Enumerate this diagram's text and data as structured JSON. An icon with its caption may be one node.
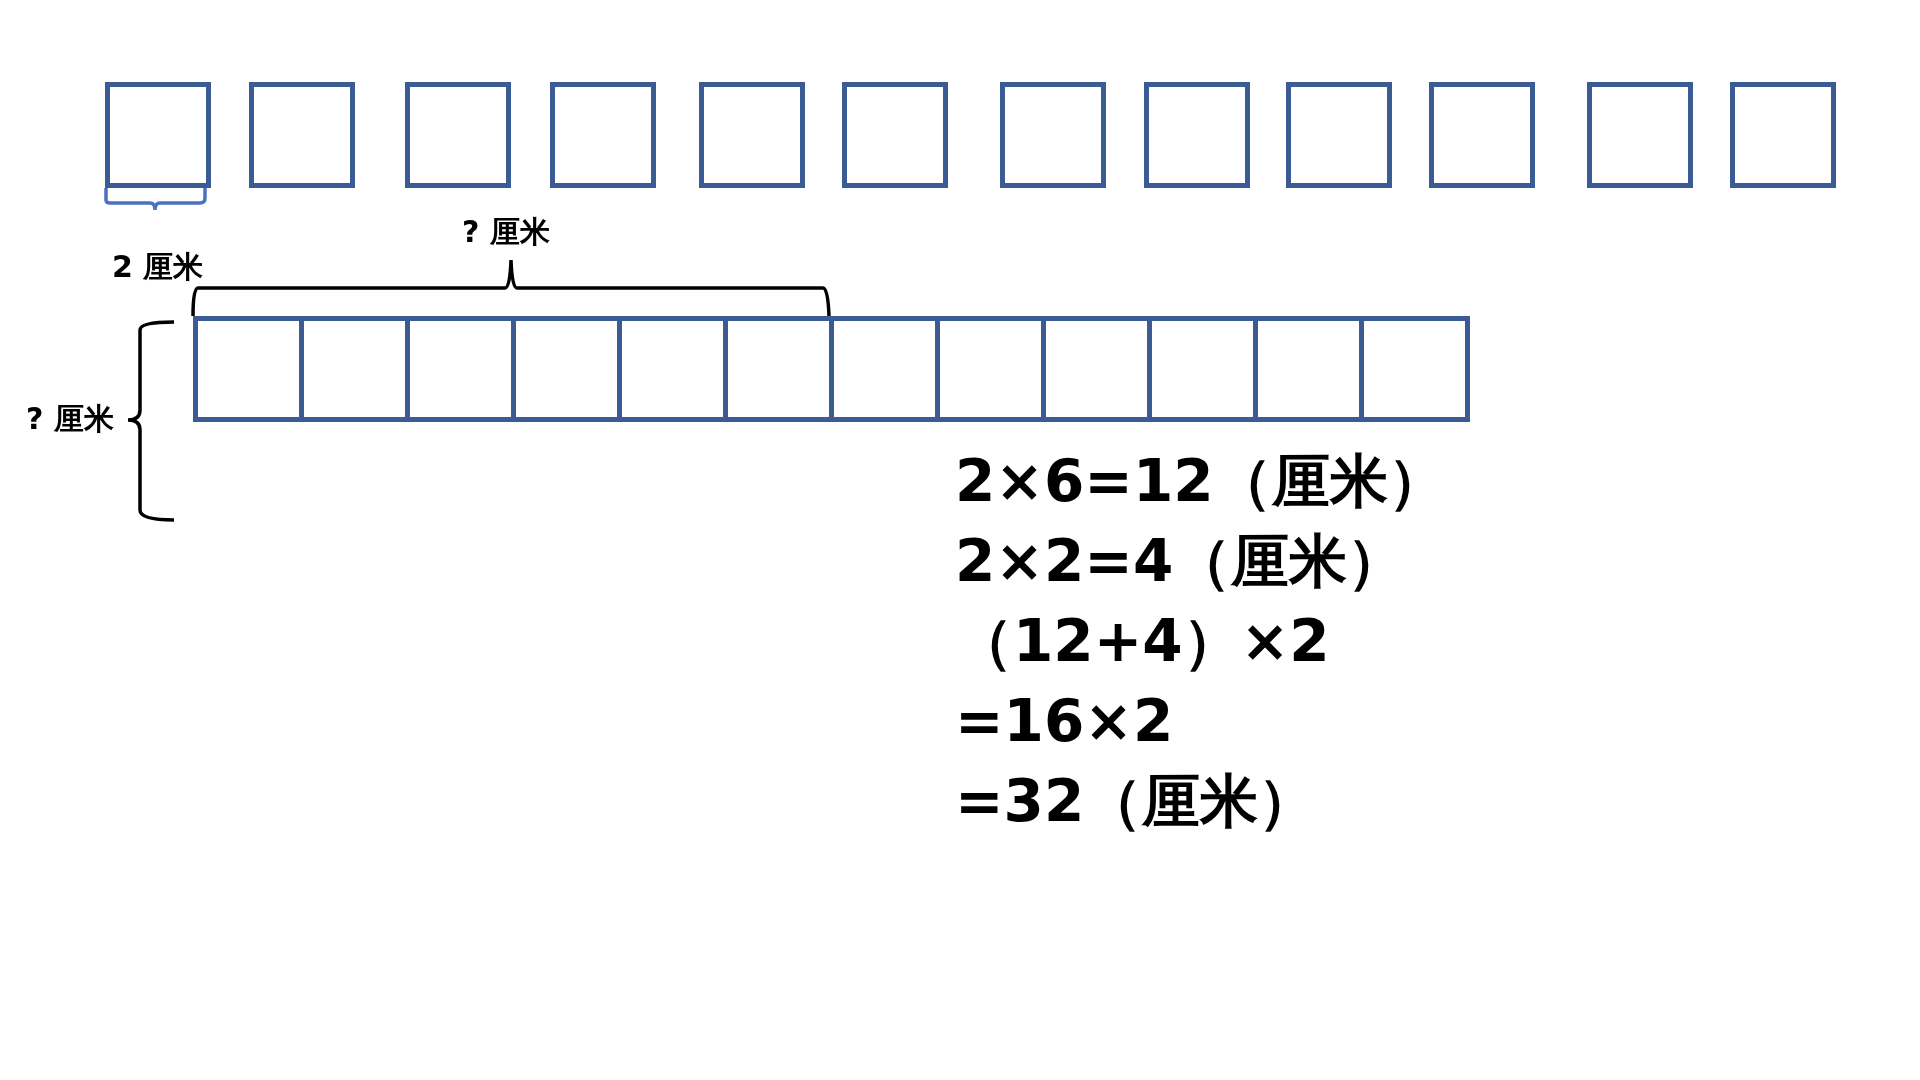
{
  "diagram": {
    "nodes": [
      {
        "text": [],
        "shape": "box"
      },
      {
        "text": [],
        "shape": "box"
      },
      {
        "text": [],
        "shape": "box"
      },
      {
        "text": [],
        "shape": "box"
      },
      {
        "text": [],
        "shape": "box"
      },
      {
        "text": [],
        "shape": "box"
      },
      {
        "text": [],
        "shape": "box"
      },
      {
        "text": [],
        "shape": "box"
      },
      {
        "text": [],
        "shape": "box"
      },
      {
        "text": [],
        "shape": "box"
      },
      {
        "text": [],
        "shape": "box"
      },
      {
        "text": [],
        "shape": "box"
      },
      {
        "text": [],
        "shape": "box"
      },
      {
        "text": [],
        "shape": "box"
      },
      {
        "text": [],
        "shape": "box"
      },
      {
        "text": [],
        "shape": "box"
      },
      {
        "text": [],
        "shape": "box"
      },
      {
        "text": [],
        "shape": "box"
      },
      {
        "text": [],
        "shape": "box"
      },
      {
        "text": [],
        "shape": "box"
      },
      {
        "text": [],
        "shape": "box"
      },
      {
        "text": [],
        "shape": "box"
      },
      {
        "text": [],
        "shape": "box"
      },
      {
        "text": [],
        "shape": "box"
      }
    ],
    "labels": [
      "? 厘米",
      "2 厘米",
      "? 厘米",
      "2×6=12（厘米）",
      "2×2=4（厘米）",
      "（12+4）×2",
      "=16×2",
      "=32（厘米）"
    ]
  }
}
